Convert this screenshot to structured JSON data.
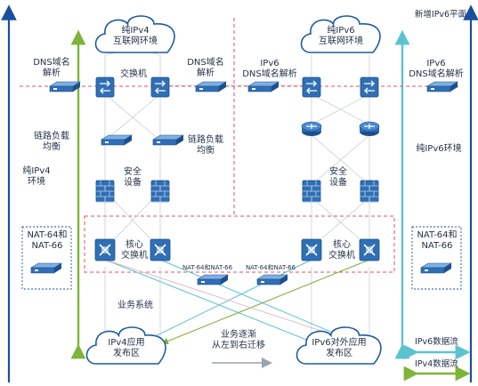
{
  "clouds": {
    "ipv4_internet": [
      "纯IPv4",
      "互联网环境"
    ],
    "ipv6_internet": [
      "纯IPv6",
      "互联网环境"
    ],
    "ipv4_app_zone": [
      "IPv4应用",
      "发布区"
    ],
    "ipv6_app_zone": [
      "IPv6对外应用",
      "发布区"
    ]
  },
  "labels": {
    "new_ipv6_plane": "新增IPv6平面",
    "dns_left_outer": [
      "DNS域名",
      "解析"
    ],
    "dns_left_inner": [
      "DNS域名",
      "解析"
    ],
    "ipv6_dns_center": [
      "IPv6",
      "DNS域名解析"
    ],
    "ipv6_dns_right": [
      "IPv6",
      "DNS域名解析"
    ],
    "switch": "交换机",
    "link_lb_left": [
      "链路负载",
      "均衡"
    ],
    "link_lb_mid": [
      "链路负载",
      "均衡"
    ],
    "pure_ipv4_env": [
      "纯IPv4",
      "环境"
    ],
    "pure_ipv6_env": "纯IPv6环境",
    "security_left": [
      "安全",
      "设备"
    ],
    "security_right": [
      "安全",
      "设备"
    ],
    "nat_left": [
      "NAT-64和",
      "NAT-66"
    ],
    "nat_right": [
      "NAT-64和",
      "NAT-66"
    ],
    "core_left": [
      "核心",
      "交换机"
    ],
    "core_right": [
      "核心",
      "交换机"
    ],
    "nat_small_1": "NAT-64和NAT-66",
    "nat_small_2": "NAT-64和NAT-66",
    "business_system": "业务系统",
    "migration": [
      "业务逐渐",
      "从左到右迁移"
    ],
    "legend_ipv6": "IPv6数据流",
    "legend_ipv4": "IPv4数据流"
  },
  "colors": {
    "blue_axis": "#1a4fa0",
    "ipv6_flow": "#5bc3d0",
    "ipv4_flow": "#7db43a",
    "dashed_red": "#e05060",
    "device_blue": "#2f6fb5",
    "cloud_stroke": "#1f5a9e"
  },
  "icons": {
    "switch": "switch-icon",
    "router": "router-icon",
    "firewall": "firewall-icon",
    "core_switch": "core-switch-icon",
    "appliance": "appliance-icon",
    "cloud": "cloud-icon"
  }
}
